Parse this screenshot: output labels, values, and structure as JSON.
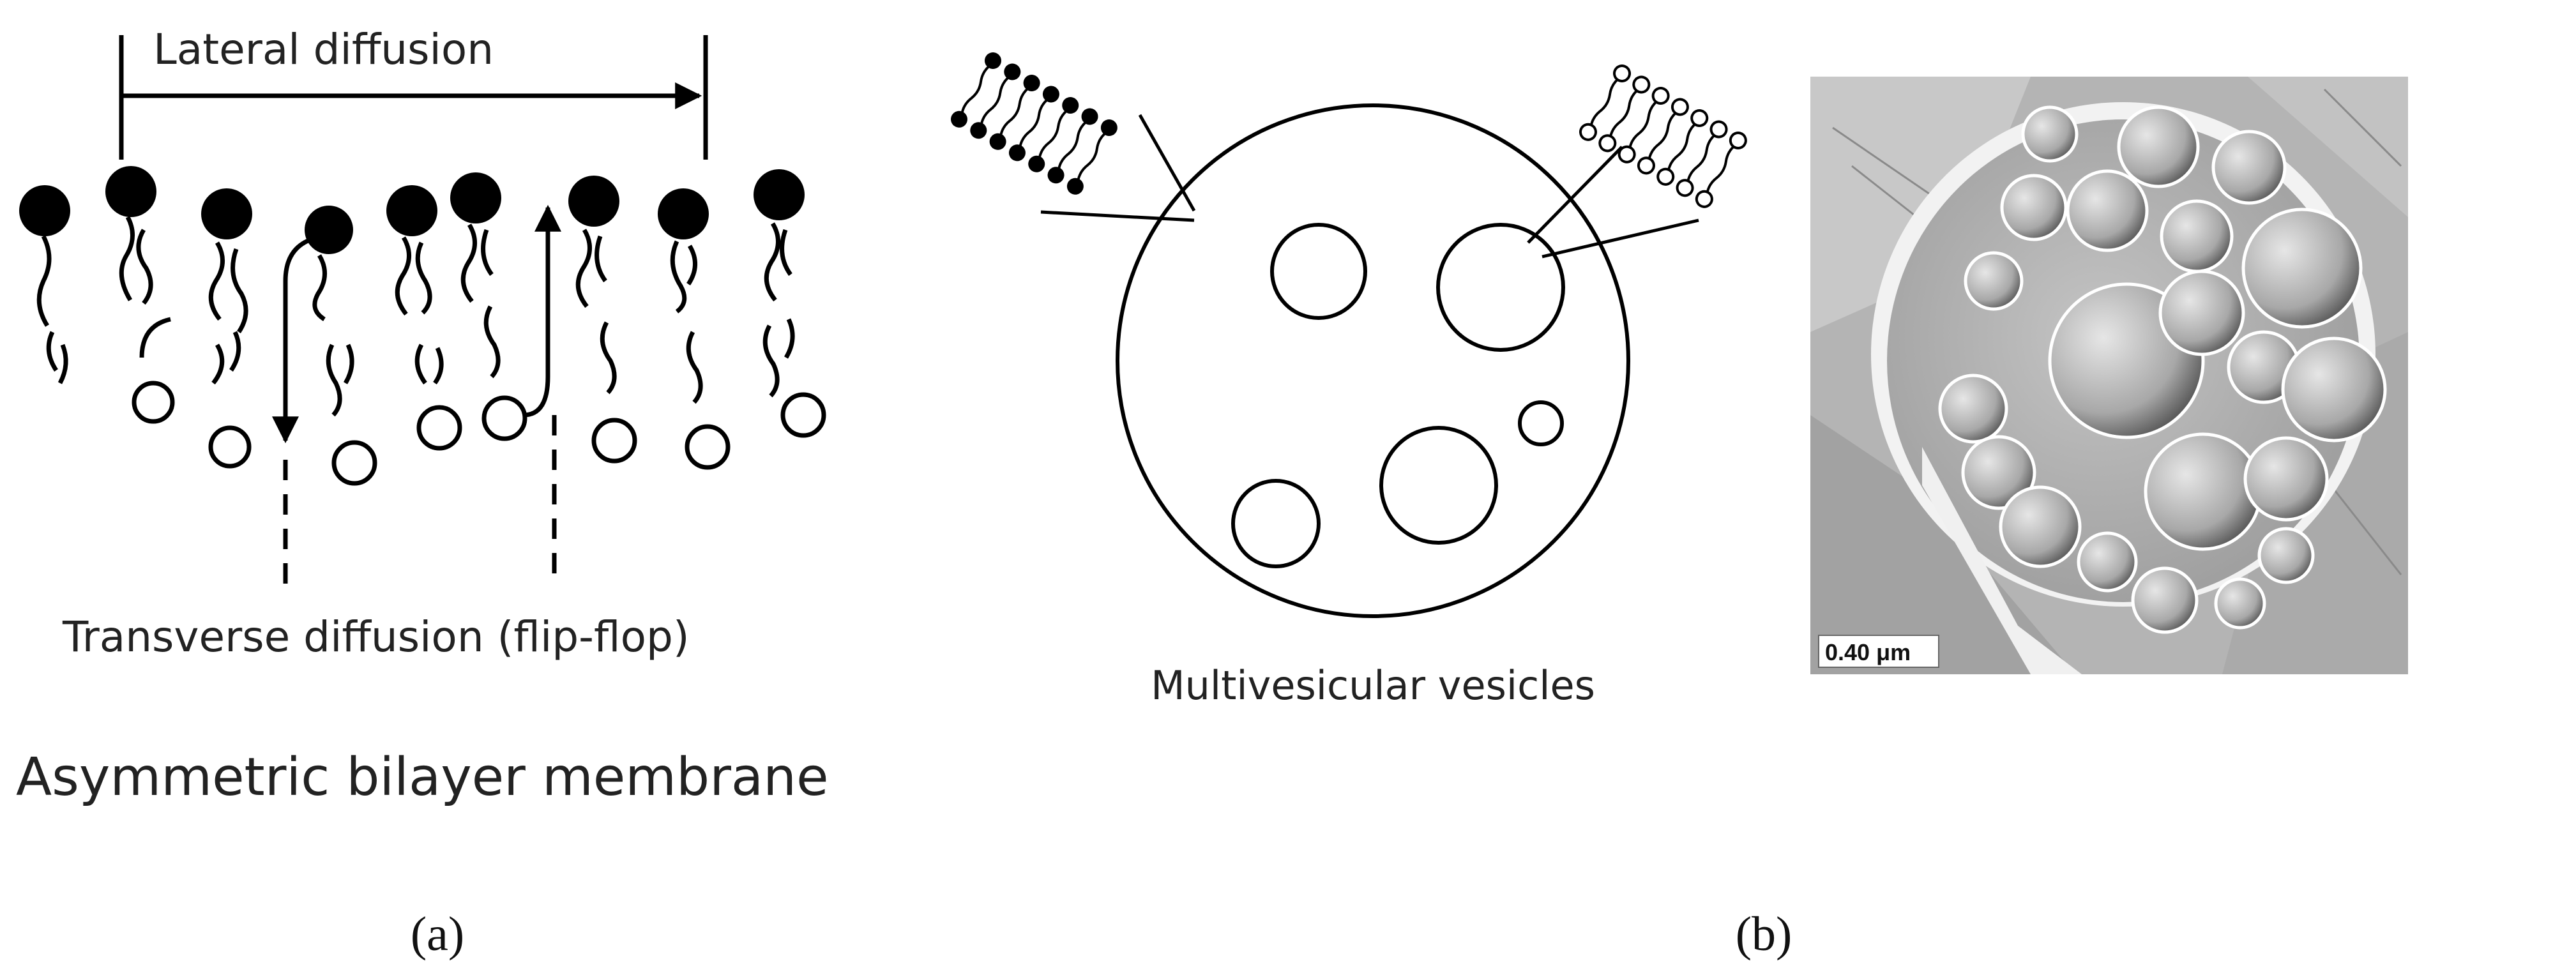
{
  "panel_a": {
    "lateral_label": "Lateral diffusion",
    "transverse_label": "Transverse diffusion (flip-flop)",
    "caption": "Asymmetric bilayer membrane",
    "panel_label": "(a)"
  },
  "panel_b": {
    "caption": "Multivesicular vesicles",
    "scale_bar": "0.40 μm",
    "panel_label": "(b)"
  }
}
